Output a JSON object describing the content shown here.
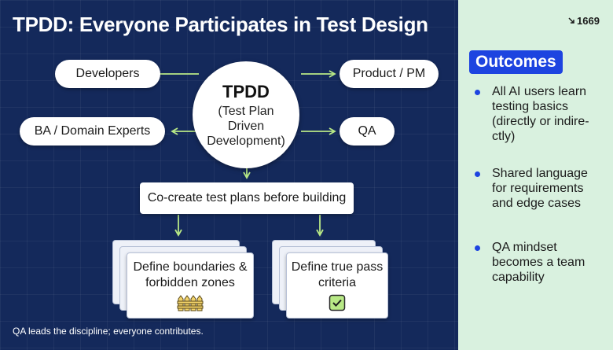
{
  "title": "TPDD: Everyone Participates in Test Design",
  "badge": {
    "icon": "download-arrow-icon",
    "count": "1669"
  },
  "roles": {
    "developers": "Developers",
    "ba": "BA / Domain Experts",
    "product": "Product / PM",
    "qa": "QA"
  },
  "center": {
    "title": "TPDD",
    "subtitle": "(Test Plan Driven Development)"
  },
  "cocreate": "Co-create test plans before building",
  "cards": [
    {
      "text": "Define boundaries & forbidden zones",
      "icon": "fence-icon"
    },
    {
      "text": "Define true pass criteria",
      "icon": "checkbox-check-icon"
    }
  ],
  "footer": "QA leads the discipline; everyone contributes.",
  "outcomes": {
    "heading": "Outcomes",
    "items": [
      "All AI users learn testing basics (directly or indire-ctly)",
      "Shared language for requirements and edge cases",
      "QA mindset becomes a team capability"
    ]
  },
  "colors": {
    "background": "#14295b",
    "sidebar": "#d9f1df",
    "accent_green": "#b8e986",
    "accent_blue": "#1d44e0"
  }
}
